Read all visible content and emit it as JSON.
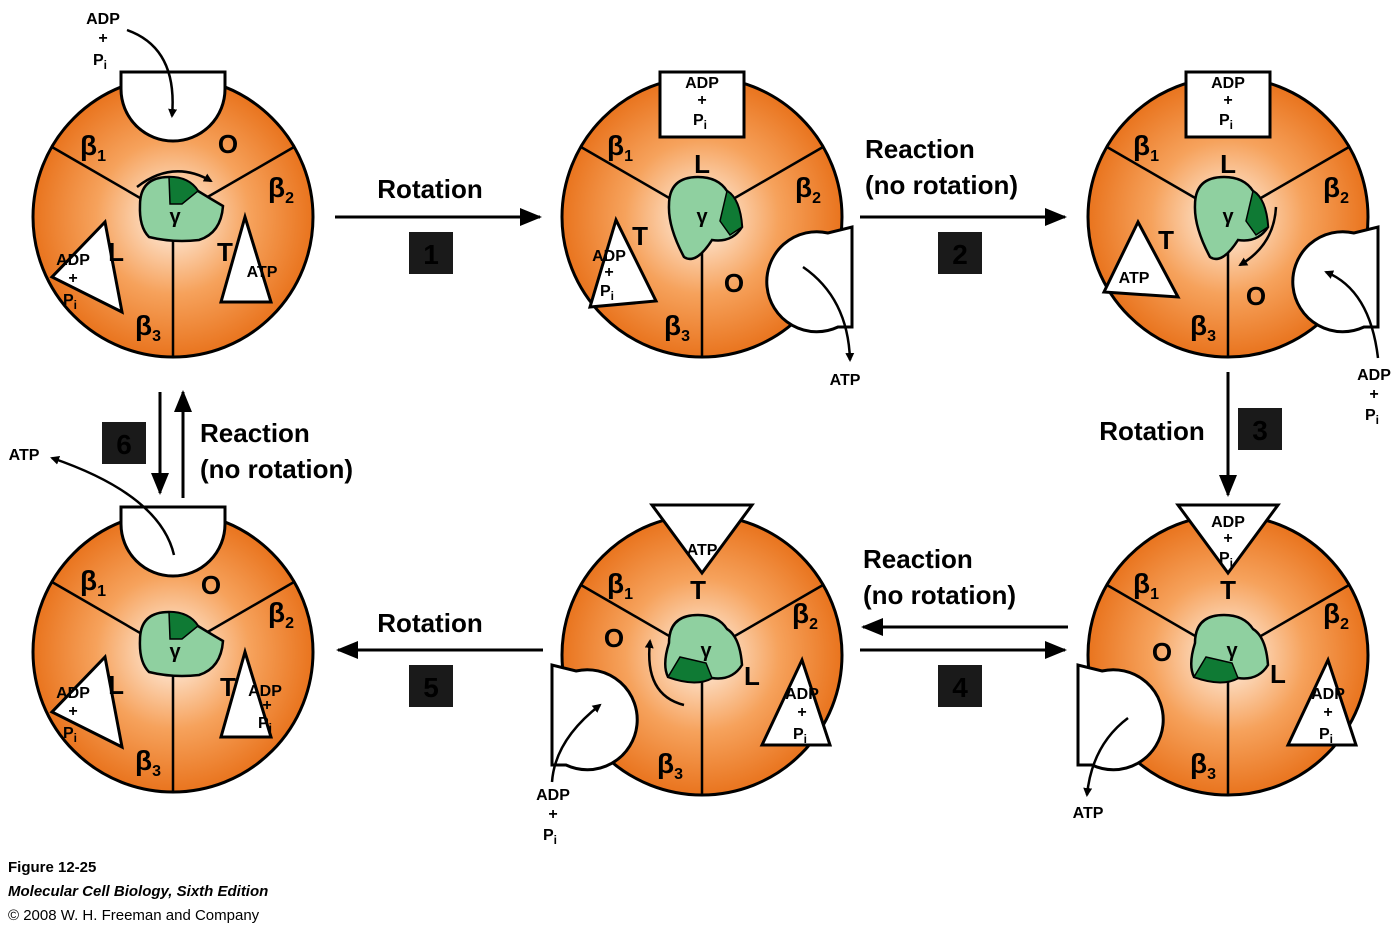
{
  "colors": {
    "orange_edge": "#e9741e",
    "orange_mid": "#f6a25c",
    "orange_center": "#fff4ea",
    "gamma_light": "#8fd0a0",
    "gamma_dark": "#0f7a34",
    "step_box": "#1a1a1a",
    "step_number": "#f7e31a"
  },
  "labels": {
    "adp": "ADP",
    "plus": "+",
    "p": "P",
    "i": "i",
    "atp": "ATP",
    "gamma": "γ",
    "beta": "β",
    "sub1": "1",
    "sub2": "2",
    "sub3": "3",
    "state_open": "O",
    "state_loose": "L",
    "state_tight": "T"
  },
  "steps": [
    {
      "number": "1",
      "line1": "Rotation",
      "line2": ""
    },
    {
      "number": "2",
      "line1": "Reaction",
      "line2": "(no rotation)"
    },
    {
      "number": "3",
      "line1": "Rotation",
      "line2": ""
    },
    {
      "number": "4",
      "line1": "Reaction",
      "line2": "(no rotation)"
    },
    {
      "number": "5",
      "line1": "Rotation",
      "line2": ""
    },
    {
      "number": "6",
      "line1": "Reaction",
      "line2": "(no rotation)"
    }
  ],
  "caption": {
    "figure": "Figure 12-25",
    "book": "Molecular Cell Biology, Sixth Edition",
    "copyright": "© 2008 W. H. Freeman and Company"
  }
}
